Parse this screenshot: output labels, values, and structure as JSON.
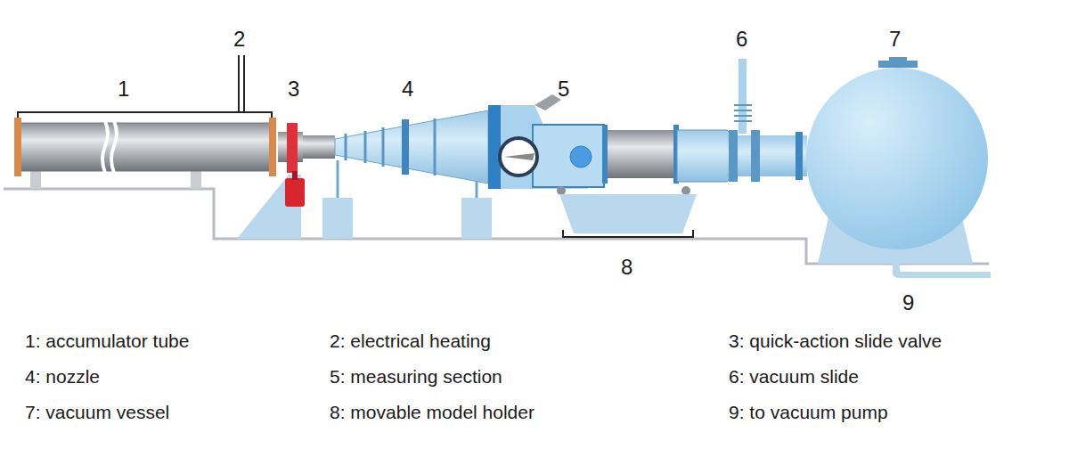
{
  "diagram": {
    "labels": [
      "1",
      "2",
      "3",
      "4",
      "5",
      "6",
      "7",
      "8",
      "9",
      "1: accumulator tube",
      "2: electrical heating",
      "3: quick-action slide valve",
      "4: nozzle",
      "5: measuring section",
      "6: vacuum slide",
      "7: vacuum vessel",
      "8: movable model holder",
      "9: to vacuum pump"
    ]
  }
}
